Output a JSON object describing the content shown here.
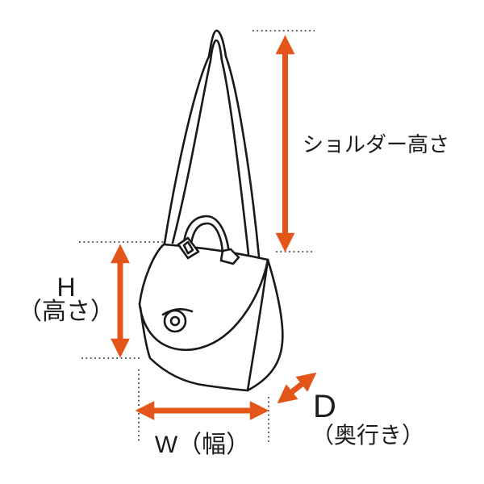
{
  "diagram": {
    "subject": "shoulder bag line illustration with dimension arrows",
    "background": "#ffffff",
    "line_color": "#191919",
    "arrow_color": "#e4551a",
    "dotted_color": "#444444",
    "labels": {
      "shoulder_height": "ショルダー高さ",
      "height_letter": "H",
      "height": "（高さ）",
      "width": "W（幅）",
      "depth_letter": "D",
      "depth": "（奥行き）"
    }
  }
}
